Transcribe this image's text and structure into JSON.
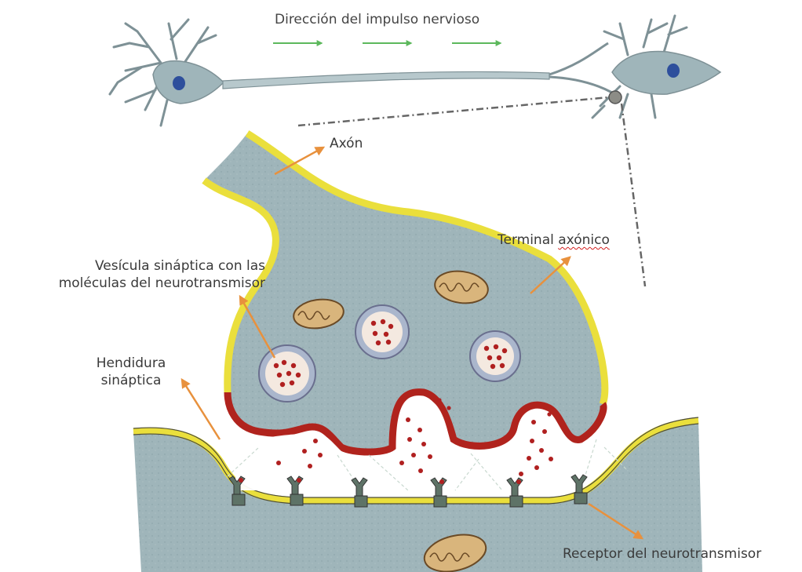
{
  "diagram": {
    "title": "Dirección del impulso nervioso",
    "labels": {
      "axon": "Axón",
      "terminal_word1": "Terminal",
      "terminal_word2": "axónico",
      "vesicle_line1": "Vesícula sináptica con las",
      "vesicle_line2": "moléculas del neurotransmisor",
      "cleft_line1": "Hendidura",
      "cleft_line2": "sináptica",
      "receptor": "Receptor del neurotransmisor"
    },
    "colors": {
      "cytoplasm": "#9fb5ba",
      "membrane": "#eadf3c",
      "active_membrane": "#b0231d",
      "pointer_arrow": "#e8913d",
      "direction_arrow": "#5cb85c",
      "neurotransmitter_dot": "#b02020",
      "mitochondrion": "#d9b57c",
      "nucleus": "#2e4f9c",
      "receptor": "#5e7367"
    }
  }
}
